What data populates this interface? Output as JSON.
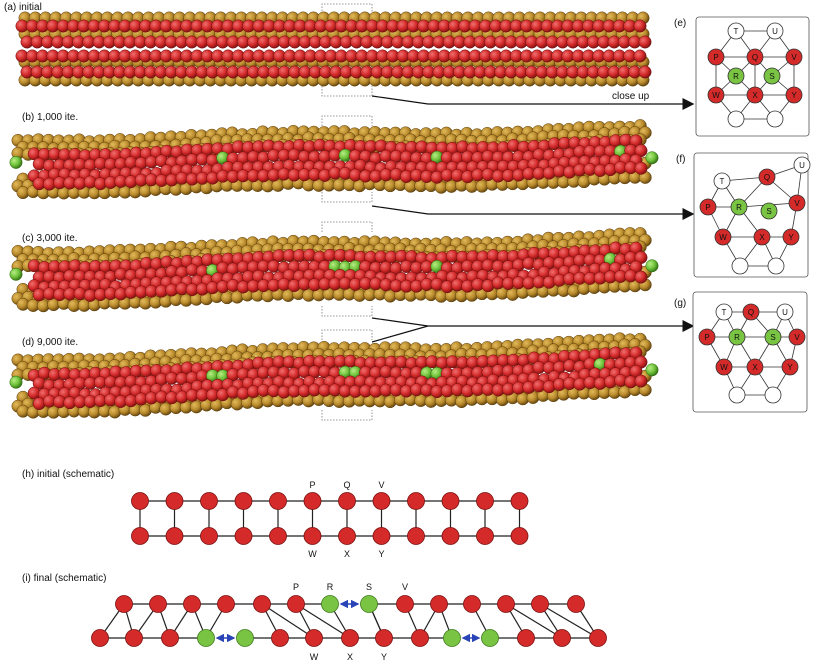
{
  "colors": {
    "red": "#d42a2a",
    "red_dark": "#8e1616",
    "gold": "#b98a2c",
    "gold_dark": "#6e4d12",
    "green": "#79c442",
    "green_dark": "#3f7a1e",
    "white_node": "#ffffff",
    "arrow_blue": "#2a44b8",
    "line": "#222222"
  },
  "panels": {
    "a": "(a) initial",
    "b": "(b)  1,000 ite.",
    "c": "(c)  3,000 ite.",
    "d": "(d)  9,000 ite.",
    "e": "(e)",
    "f": "(f)",
    "g": "(g)",
    "h": "(h) initial (schematic)",
    "i": "(i) final (schematic)"
  },
  "close_up_label": "close up",
  "insets": {
    "e": {
      "nodes": [
        {
          "id": "T",
          "label": "T",
          "type": "white"
        },
        {
          "id": "U",
          "label": "U",
          "type": "white"
        },
        {
          "id": "P",
          "label": "P",
          "type": "red"
        },
        {
          "id": "Q",
          "label": "Q",
          "type": "red"
        },
        {
          "id": "V",
          "label": "V",
          "type": "red"
        },
        {
          "id": "R",
          "label": "R",
          "type": "green"
        },
        {
          "id": "S",
          "label": "S",
          "type": "green"
        },
        {
          "id": "W",
          "label": "W",
          "type": "red"
        },
        {
          "id": "X",
          "label": "X",
          "type": "red"
        },
        {
          "id": "Y",
          "label": "Y",
          "type": "red"
        },
        {
          "id": "L1",
          "label": "",
          "type": "white"
        },
        {
          "id": "L2",
          "label": "",
          "type": "white"
        }
      ]
    },
    "f": {
      "nodes": [
        {
          "id": "T",
          "label": "T",
          "type": "white"
        },
        {
          "id": "U",
          "label": "U",
          "type": "white"
        },
        {
          "id": "Q",
          "label": "Q",
          "type": "red"
        },
        {
          "id": "P",
          "label": "P",
          "type": "red"
        },
        {
          "id": "R",
          "label": "R",
          "type": "green"
        },
        {
          "id": "S",
          "label": "S",
          "type": "green"
        },
        {
          "id": "V",
          "label": "V",
          "type": "red"
        },
        {
          "id": "W",
          "label": "W",
          "type": "red"
        },
        {
          "id": "X",
          "label": "X",
          "type": "red"
        },
        {
          "id": "Y",
          "label": "Y",
          "type": "red"
        },
        {
          "id": "L1",
          "label": "",
          "type": "white"
        },
        {
          "id": "L2",
          "label": "",
          "type": "white"
        }
      ]
    },
    "g": {
      "nodes": [
        {
          "id": "T",
          "label": "T",
          "type": "white"
        },
        {
          "id": "Q",
          "label": "Q",
          "type": "red"
        },
        {
          "id": "U",
          "label": "U",
          "type": "white"
        },
        {
          "id": "P",
          "label": "P",
          "type": "red"
        },
        {
          "id": "R",
          "label": "R",
          "type": "green"
        },
        {
          "id": "S",
          "label": "S",
          "type": "green"
        },
        {
          "id": "V",
          "label": "V",
          "type": "red"
        },
        {
          "id": "W",
          "label": "W",
          "type": "red"
        },
        {
          "id": "X",
          "label": "X",
          "type": "red"
        },
        {
          "id": "Y",
          "label": "Y",
          "type": "red"
        },
        {
          "id": "L1",
          "label": "",
          "type": "white"
        },
        {
          "id": "L2",
          "label": "",
          "type": "white"
        }
      ]
    }
  },
  "schematic_h": {
    "columns": 12,
    "top_labels": {
      "5": "P",
      "6": "Q",
      "7": "V"
    },
    "bottom_labels": {
      "5": "W",
      "6": "X",
      "7": "Y"
    }
  },
  "schematic_i": {
    "top_labels": [
      "P",
      "R",
      "S",
      "V"
    ],
    "bottom_labels": [
      "W",
      "X",
      "Y"
    ]
  }
}
